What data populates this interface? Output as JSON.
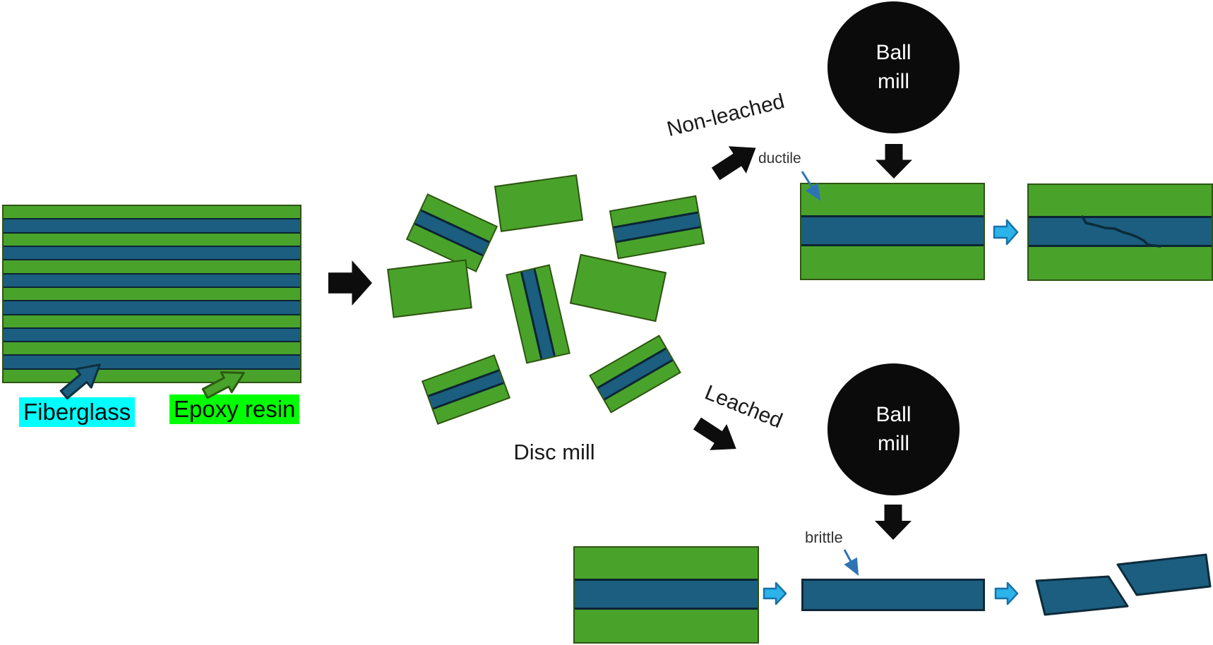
{
  "figure": {
    "labels": {
      "fiberglass": "Fiberglass",
      "epoxy_resin": "Epoxy resin",
      "disc_mill": "Disc mill",
      "non_leached": "Non-leached",
      "leached": "Leached",
      "ball_mill": "Ball mill",
      "ductile": "ductile",
      "brittle": "brittle"
    },
    "left_laminate": {
      "layers": [
        "epoxy",
        "fiberglass",
        "epoxy",
        "fiberglass",
        "epoxy",
        "fiberglass",
        "epoxy",
        "fiberglass",
        "epoxy",
        "fiberglass",
        "epoxy",
        "fiberglass",
        "epoxy"
      ]
    },
    "process_flow": [
      "Fiberglass + epoxy resin laminate",
      "Disc mill -> mixed fragments (plain epoxy pieces and epoxy/fiberglass pieces)",
      "Non-leached branch -> Ball mill -> ductile laminate -> crack forms in fiberglass layer",
      "Leached branch -> Ball mill -> brittle fiberglass strip -> breaks into fragments"
    ],
    "colors": {
      "epoxy_green": "#49a32a",
      "fiberglass_blue": "#1b5e80",
      "piece_outline_green": "#2f5413",
      "layer_outline_dark": "#0c2433",
      "black_arrow": "#0d0d0d",
      "cyan_arrow_fill": "#2bb3ea",
      "cyan_arrow_stroke": "#1673a8",
      "annotation_blue": "#2e74b5",
      "fiberglass_highlight": "#00ffff",
      "epoxy_highlight": "#00ff00",
      "ball_mill_black": "#0b0b0b",
      "background": "#ffffff"
    }
  }
}
